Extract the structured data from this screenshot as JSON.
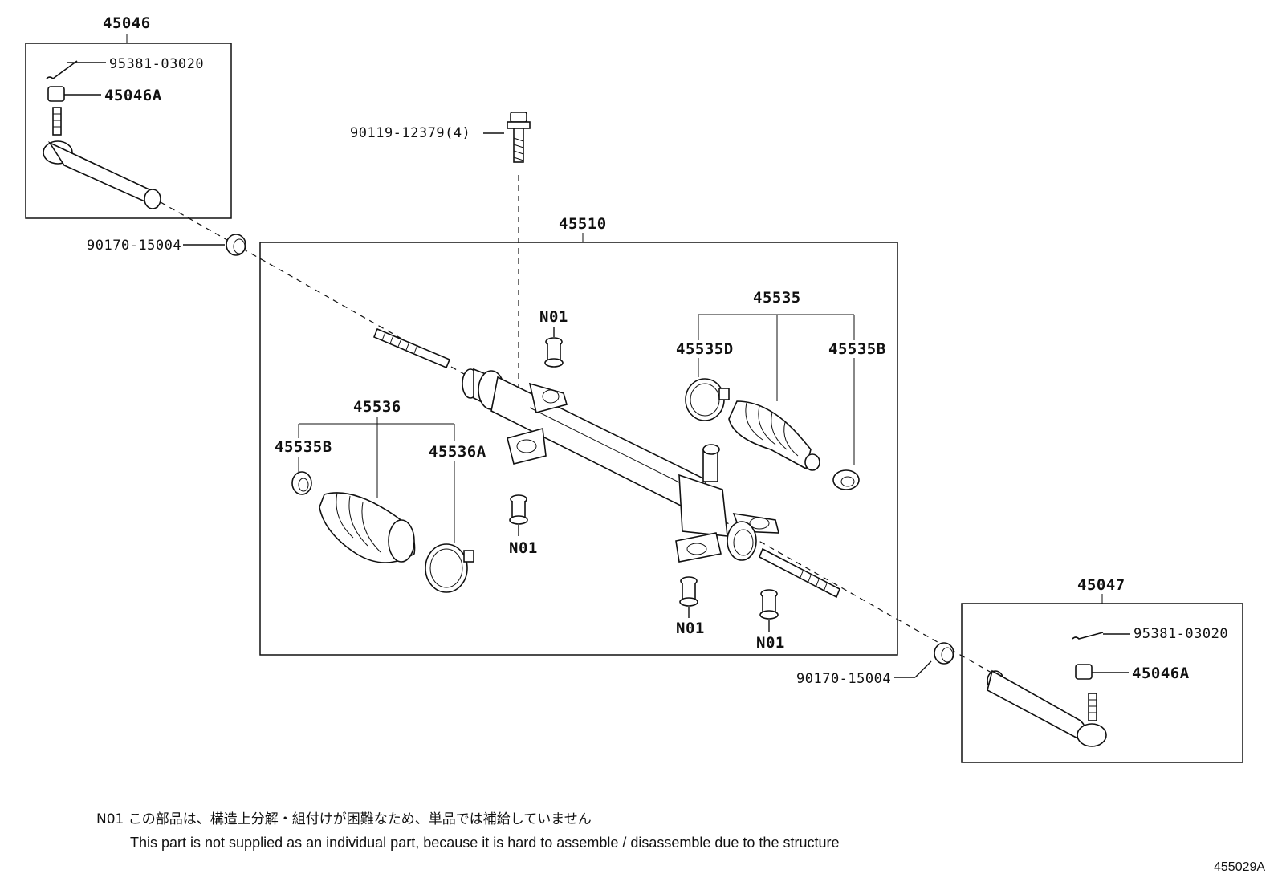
{
  "callouts": {
    "tie_rod_end_lh": "45046",
    "cotter_pin_lh": "95381-03020",
    "nut_lh": "45046A",
    "bolt": "90119-12379(4)",
    "bushing_lh": "90170-15004",
    "gear_assy": "45510",
    "boot_kit_rh": "45535",
    "clamp_rh_d": "45535D",
    "clip_rh_b": "45535B",
    "boot_kit_lh": "45536",
    "clip_lh_b": "45535B",
    "clamp_lh_a": "45536A",
    "n01_upper": "N01",
    "n01_lower_left": "N01",
    "n01_bottom_mid": "N01",
    "n01_bottom_right": "N01",
    "tie_rod_end_rh": "45047",
    "cotter_pin_rh": "95381-03020",
    "nut_rh": "45046A",
    "bushing_rh": "90170-15004"
  },
  "footnote": {
    "code": "N01",
    "japanese": "この部品は、構造上分解・組付けが困難なため、単品では補給していません",
    "english": "This part is not supplied as an individual part, because it is hard to assemble / disassemble due to the structure"
  },
  "diagram_code": "455029A"
}
